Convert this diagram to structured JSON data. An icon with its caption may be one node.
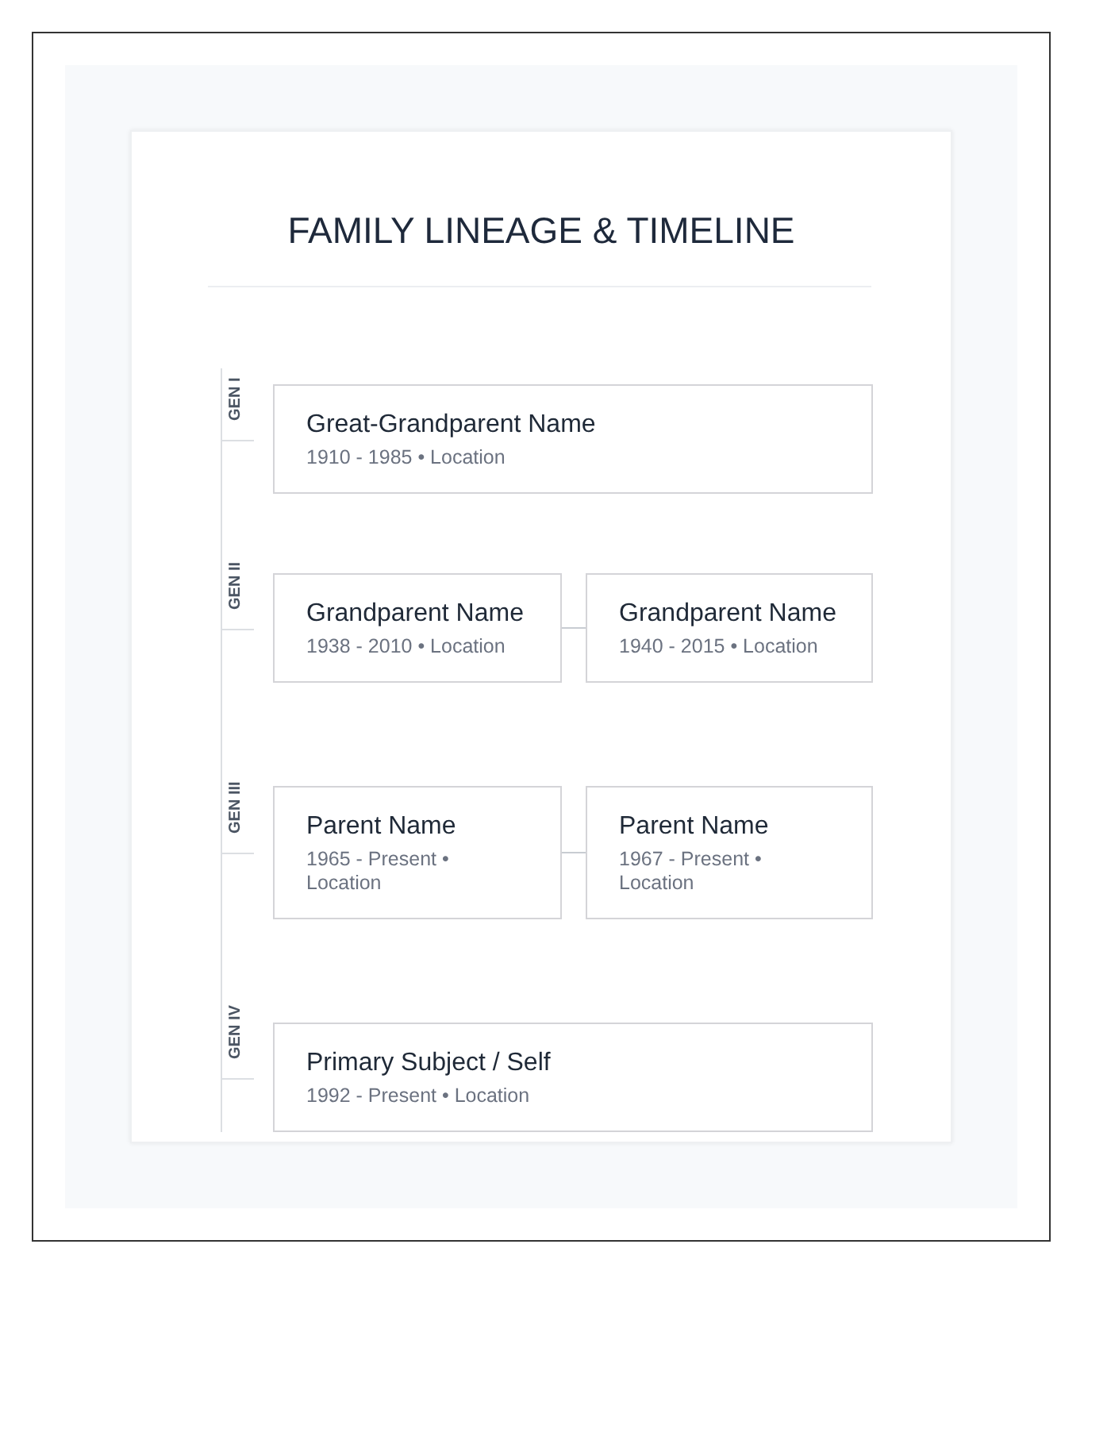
{
  "diagram": {
    "title": "FAMILY LINEAGE & TIMELINE",
    "nodes": [
      {
        "text": [
          "Great-Grandparent Name",
          "1910 - 1985 • Location"
        ]
      },
      {
        "text": [
          "Grandparent Name",
          "1938 - 2010 • Location"
        ]
      },
      {
        "text": [
          "Grandparent Name",
          "1940 - 2015 • Location"
        ]
      },
      {
        "text": [
          "Parent Name",
          "1965 - Present • Location"
        ]
      },
      {
        "text": [
          "Parent Name",
          "1967 - Present • Location"
        ]
      },
      {
        "text": [
          "Primary Subject / Self",
          "1992 - Present • Location"
        ]
      }
    ],
    "edges": [
      {
        "from": 1,
        "to": 2,
        "arrow": "none"
      },
      {
        "from": 3,
        "to": 4,
        "arrow": "none"
      }
    ],
    "labels": [
      "GEN I",
      "GEN II",
      "GEN III",
      "GEN IV"
    ]
  }
}
